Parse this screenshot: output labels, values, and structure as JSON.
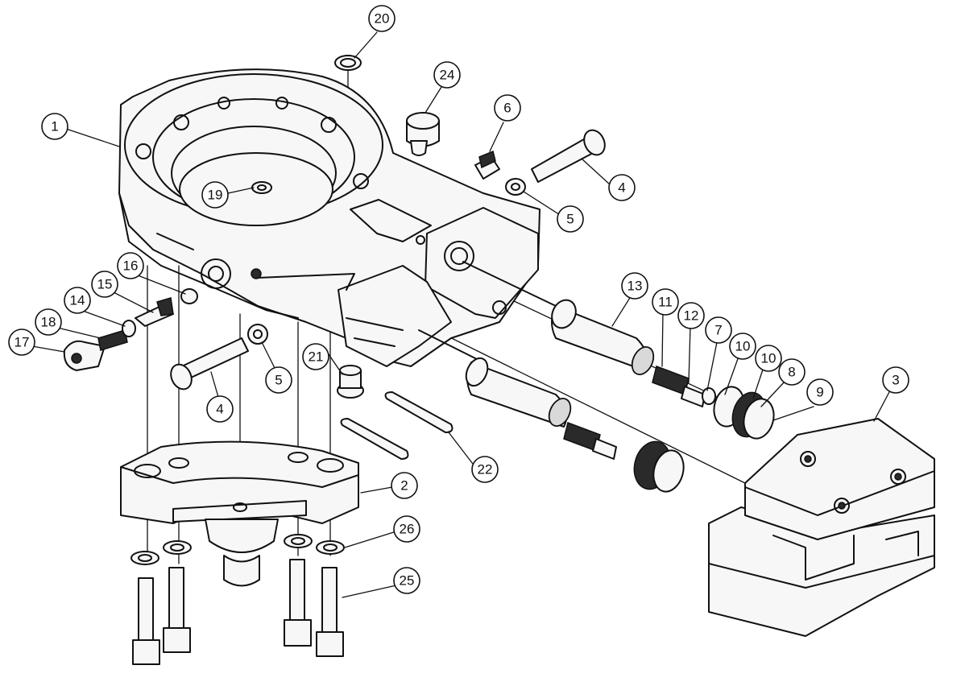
{
  "callouts": [
    {
      "label": "1"
    },
    {
      "label": "2"
    },
    {
      "label": "3"
    },
    {
      "label": "4"
    },
    {
      "label": "4"
    },
    {
      "label": "5"
    },
    {
      "label": "5"
    },
    {
      "label": "6"
    },
    {
      "label": "7"
    },
    {
      "label": "8"
    },
    {
      "label": "9"
    },
    {
      "label": "10"
    },
    {
      "label": "10"
    },
    {
      "label": "11"
    },
    {
      "label": "12"
    },
    {
      "label": "13"
    },
    {
      "label": "14"
    },
    {
      "label": "15"
    },
    {
      "label": "16"
    },
    {
      "label": "17"
    },
    {
      "label": "18"
    },
    {
      "label": "19"
    },
    {
      "label": "20"
    },
    {
      "label": "21"
    },
    {
      "label": "22"
    },
    {
      "label": "24"
    },
    {
      "label": "25"
    },
    {
      "label": "26"
    }
  ]
}
